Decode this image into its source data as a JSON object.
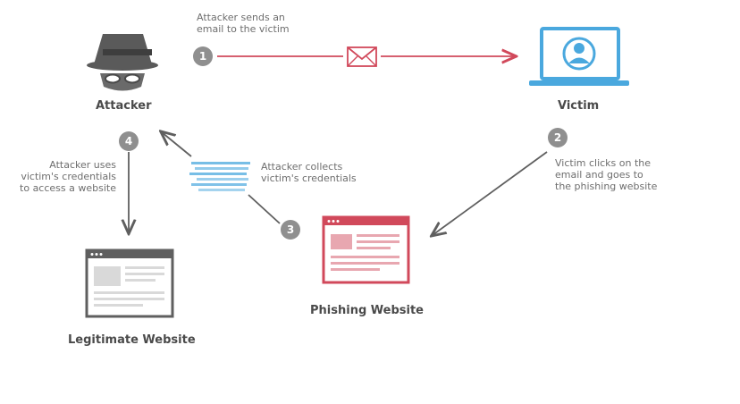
{
  "nodes": {
    "attacker": "Attacker",
    "victim": "Victim",
    "phishing_website": "Phishing Website",
    "legitimate_website": "Legitimate Website"
  },
  "steps": [
    {
      "number": "1",
      "text": "Attacker sends an\nemail to the victim"
    },
    {
      "number": "2",
      "text": "Victim clicks on the\nemail and goes to\nthe phishing website"
    },
    {
      "number": "3",
      "text": "Attacker collects\nvictim's credentials"
    },
    {
      "number": "4",
      "text": "Attacker uses\nvictim's credentials\nto access a website"
    }
  ],
  "colors": {
    "red": "#d1495b",
    "blue": "#4aa8de",
    "gray": "#5f5f5f",
    "badge": "#8f8f8f"
  },
  "icons": {
    "attacker": "spy-hat-icon",
    "victim": "laptop-user-icon",
    "email": "envelope-icon",
    "phishing": "browser-window-icon",
    "legitimate": "browser-window-icon",
    "credentials": "binary-data-icon"
  }
}
